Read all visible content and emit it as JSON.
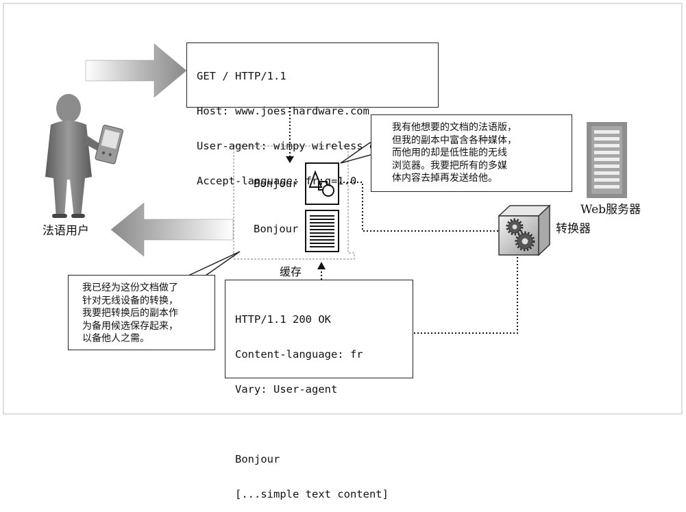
{
  "request": {
    "lines": [
      "GET / HTTP/1.1",
      "Host: www.joes-hardware.com",
      "User-agent: wimpy wireless device",
      "Accept-language: fr;q=1.0"
    ]
  },
  "server_note": {
    "lines": [
      "我有他想要的文档的法语版，",
      "但我的副本中富含各种媒体，",
      "而他用的却是低性能的无线",
      "浏览器。我要把所有的多媒",
      "体内容去掉再发送给他。"
    ]
  },
  "cache_note": {
    "lines": [
      "我已经为这份文档做了",
      "针对无线设备的转换，",
      "我要把转换后的副本作",
      "为备用候选保存起来，",
      "以备他人之需。"
    ]
  },
  "response": {
    "lines": [
      "HTTP/1.1 200 OK",
      "Content-language: fr",
      "Vary: User-agent",
      "",
      "Bonjour",
      "[...simple text content]"
    ]
  },
  "labels": {
    "user": "法语用户",
    "server": "Web服务器",
    "transcoder": "转换器",
    "cache": "缓存",
    "doc_top": "Bonjour",
    "doc_bottom": "Bonjour"
  }
}
